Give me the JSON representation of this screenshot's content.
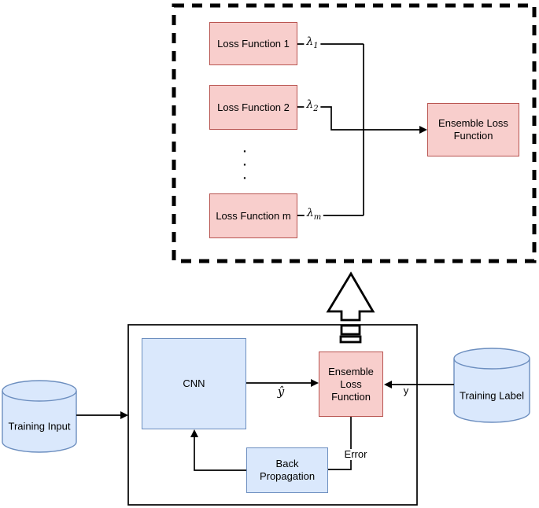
{
  "colors": {
    "pink_fill": "#f8cecc",
    "pink_border": "#b85450",
    "blue_fill": "#dae8fc",
    "blue_border": "#6c8ebf",
    "line": "#000000",
    "background": "#ffffff"
  },
  "top_panel": {
    "loss_items": [
      {
        "label": "Loss Function 1",
        "lambda": "λ",
        "sub": "1"
      },
      {
        "label": "Loss Function 2",
        "lambda": "λ",
        "sub": "2"
      },
      {
        "label": "Loss Function m",
        "lambda": "λ",
        "sub": "m"
      }
    ],
    "ellipsis": ".\n.\n.",
    "ensemble_label": "Ensemble Loss Function"
  },
  "bottom_panel": {
    "cnn_label": "CNN",
    "ensemble_label": "Ensemble Loss Function",
    "backprop_label": "Back Propagation",
    "training_input_label": "Training Input",
    "training_label_label": "Training Label",
    "yhat_label": "ŷ",
    "y_label": "y",
    "error_label": "Error"
  }
}
